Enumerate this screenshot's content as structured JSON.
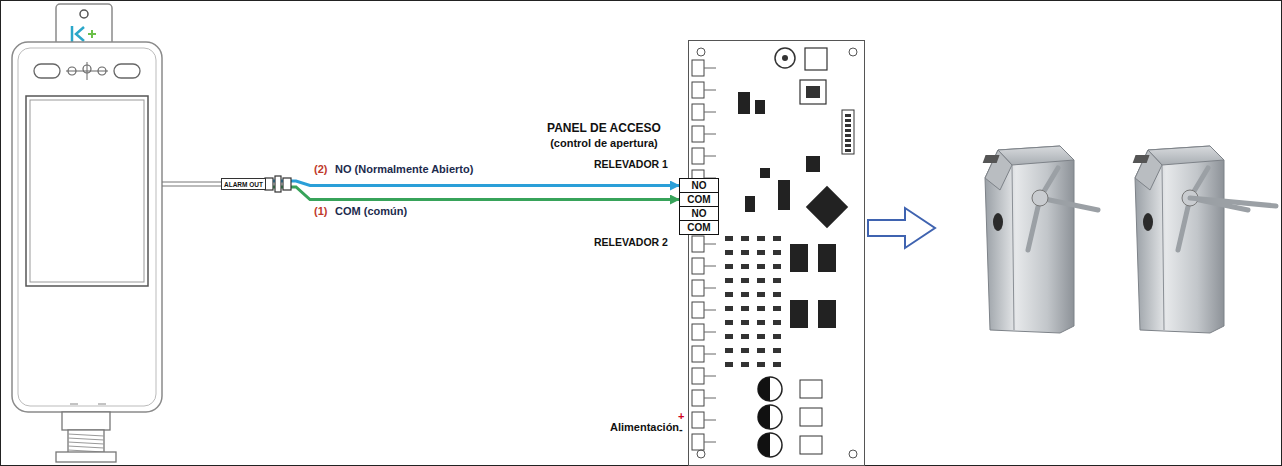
{
  "diagram": {
    "nodes": [
      {
        "text": [
          "ALARM OUT"
        ]
      },
      {
        "text": [
          "PANEL DE ACCESO",
          "(control de apertura)"
        ]
      },
      {
        "text": [
          "NO"
        ],
        "in": 1
      },
      {
        "text": [
          "COM"
        ],
        "in": 1
      },
      {
        "text": [
          "NO"
        ],
        "in": 1
      },
      {
        "text": [
          "COM"
        ],
        "in": 1
      }
    ],
    "edges": [
      {
        "from": 0,
        "to": 2,
        "arrow": "to",
        "label": "NO (Normalmente Abierto)"
      },
      {
        "from": 0,
        "to": 3,
        "arrow": "to",
        "label": "COM (común)"
      }
    ],
    "labels": [
      "(2)",
      "(1)",
      "RELEVADOR 1",
      "RELEVADOR 2",
      "Alimentación",
      "+",
      "-"
    ]
  }
}
